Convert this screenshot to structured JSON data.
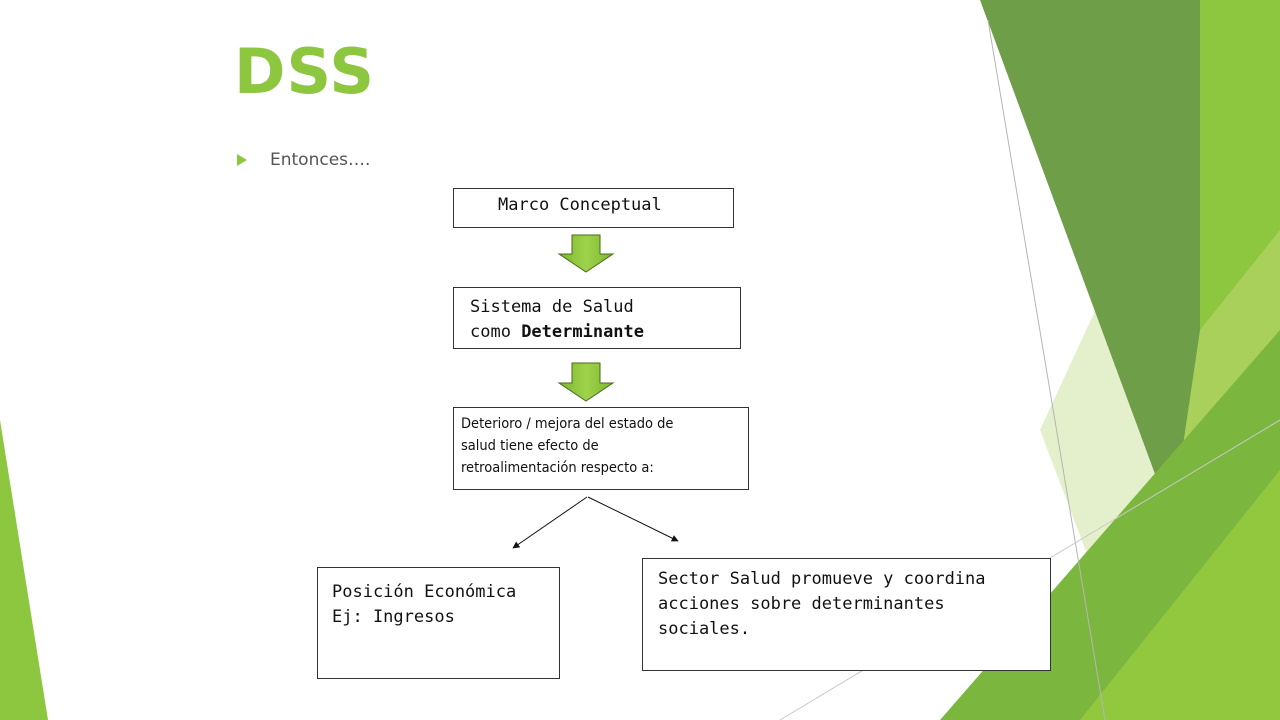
{
  "slide": {
    "title": "DSS",
    "bullet": "Entonces….",
    "accent_colors": [
      "#8dc63f",
      "#6a9a3c",
      "#4d7f2a",
      "#d5e8b0",
      "#a8cf65"
    ]
  },
  "diagram": {
    "marco": "Marco Conceptual",
    "sistema": {
      "line1": "Sistema de Salud",
      "line2_prefix": "como ",
      "line2_bold": "Determinante"
    },
    "deterioro": {
      "line1": "Deterioro / mejora del estado de",
      "line2": "salud tiene efecto de",
      "line3": "retroalimentación respecto a:"
    },
    "posicion": {
      "line1": "Posición Económica",
      "line2": "Ej: Ingresos"
    },
    "sector": {
      "line1": "Sector Salud promueve y coordina",
      "line2": "acciones sobre determinantes",
      "line3": "sociales."
    }
  }
}
